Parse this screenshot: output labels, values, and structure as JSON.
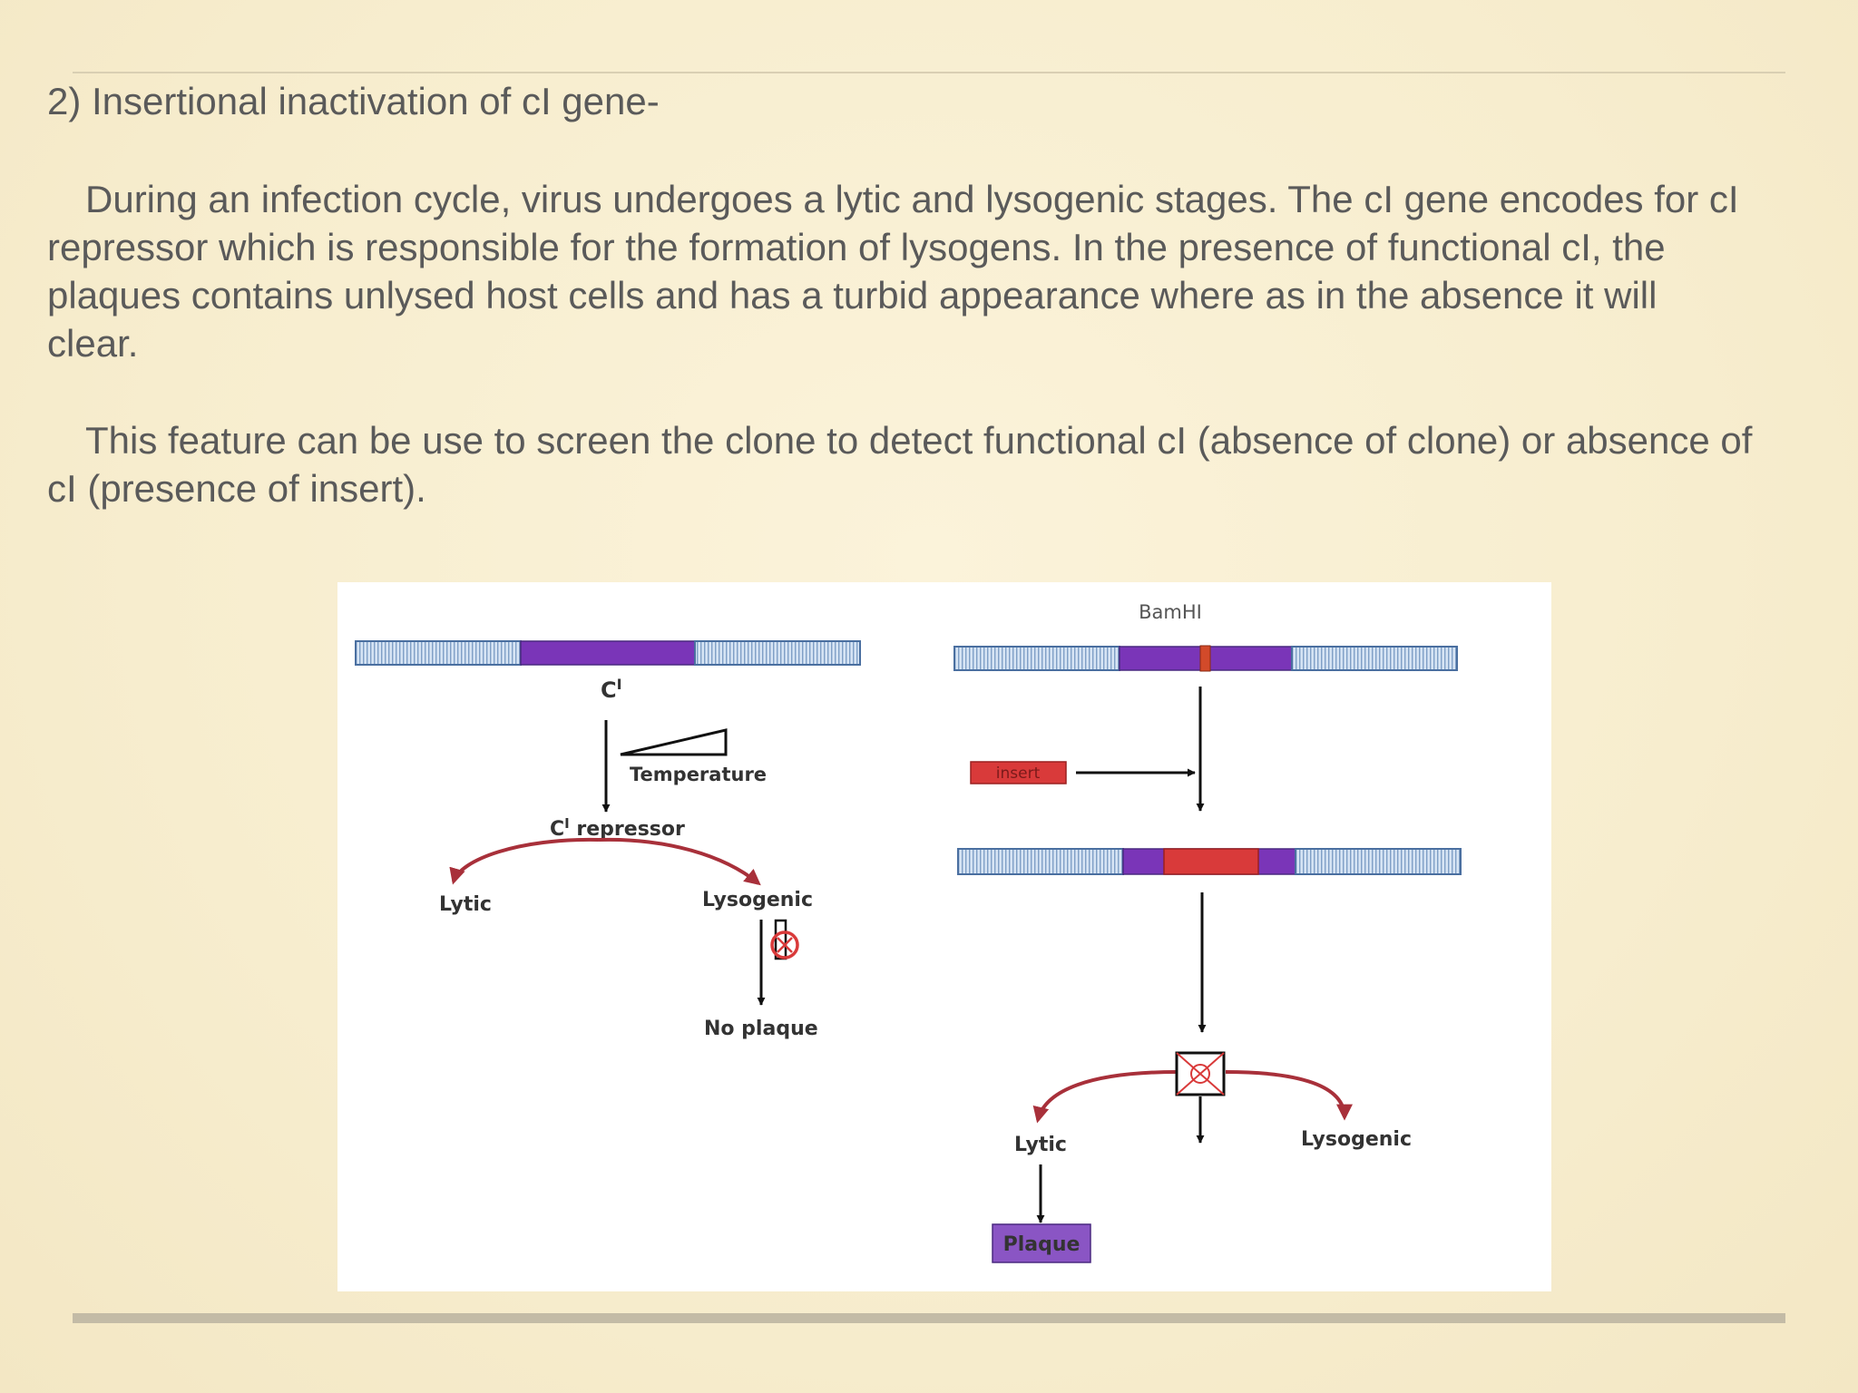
{
  "slide": {
    "heading": "2) Insertional inactivation of cI gene-",
    "paragraph_1": "During an infection cycle, virus undergoes a lytic and lysogenic stages. The cI gene encodes for cI repressor which is responsible for the formation of lysogens. In the presence of functional cI, the plaques contains unlysed host cells and has a turbid appearance where as in the absence it will clear.",
    "paragraph_2": "This feature can be use to screen the clone to detect functional cI (absence of clone) or absence of cI (presence of insert)."
  },
  "figure": {
    "left_panel": {
      "gene_label": "C",
      "gene_label_superscript": "I",
      "temperature_label": "Temperature",
      "repressor_label": "C",
      "repressor_superscript": "I",
      "repressor_suffix": " repressor",
      "lytic_label": "Lytic",
      "lysogenic_label": "Lysogenic",
      "outcome_label": "No plaque"
    },
    "right_panel": {
      "site_label": "BamHI",
      "insert_label": "insert",
      "lytic_label": "Lytic",
      "lysogenic_label": "Lysogenic",
      "outcome_label": "Plaque"
    },
    "colors": {
      "gene_purple": "#7a35b8",
      "flank_blue": "#c9dbf0",
      "flank_border": "#4a6fa0",
      "insert_red": "#d93a3a",
      "arc_red": "#a8303a"
    }
  }
}
